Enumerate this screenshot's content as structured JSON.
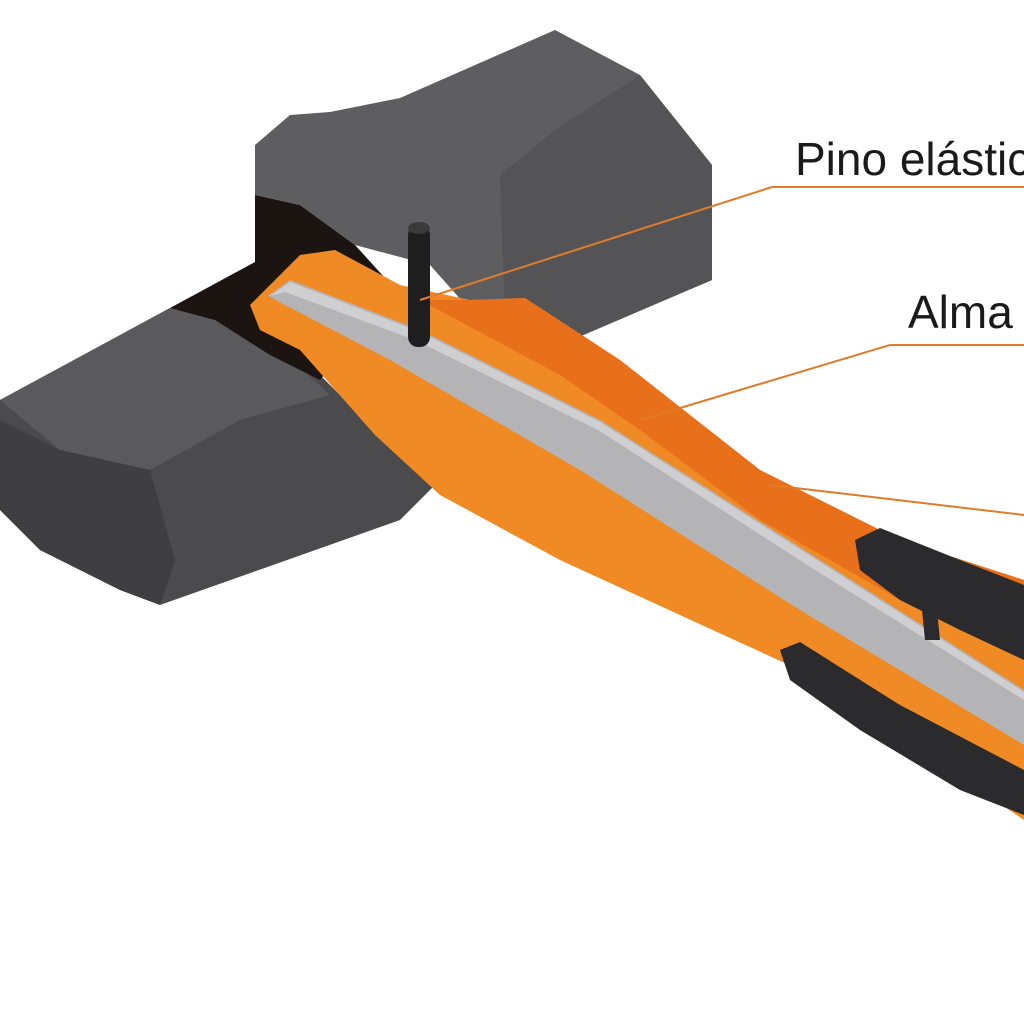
{
  "diagram": {
    "callouts": [
      {
        "id": "pino",
        "label": "Pino elástico"
      },
      {
        "id": "alma",
        "label": "Alma"
      },
      {
        "id": "third",
        "label": ""
      }
    ],
    "colors": {
      "background": "#ffffff",
      "head_top": "#5e5e60",
      "head_front": "#4b4b4d",
      "head_side": "#404042",
      "head_cavity": "#1c1410",
      "handle_orange": "#f08a24",
      "handle_orange_dark": "#e8701a",
      "core_steel": "#b4b4b6",
      "grip_black": "#2b2b2d",
      "pin_black": "#1e1e1e",
      "leader_line": "#e07b2a",
      "label_text": "#1a1a1a"
    }
  }
}
